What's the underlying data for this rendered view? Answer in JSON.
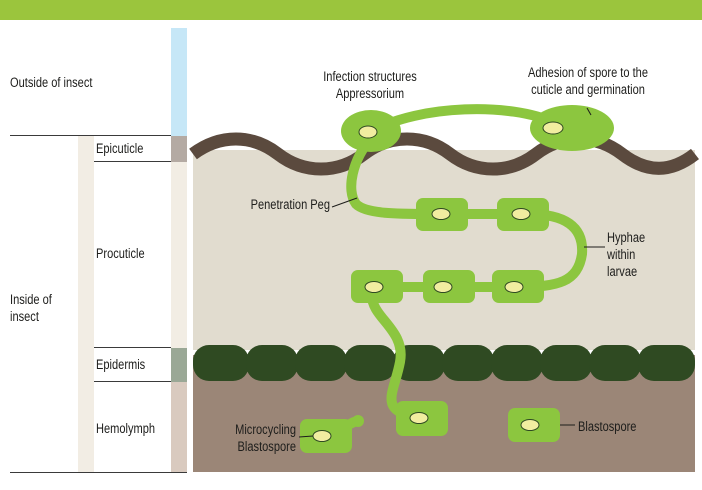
{
  "left_panel": {
    "outside_label": "Outside of insect",
    "inside_label": "Inside of\ninsect",
    "layers": [
      "Epicuticle",
      "Procuticle",
      "Epidermis",
      "Hemolymph"
    ]
  },
  "annotations": {
    "infection": "Infection structures\nAppressorium",
    "adhesion": "Adhesion of spore to the\ncuticle and germination",
    "penetration": "Penetration Peg",
    "hyphae": "Hyphae\nwithin\nlarvae",
    "microcycling": "Microcycling\nBlastospore",
    "blastospore": "Blastospore"
  },
  "colors": {
    "header_bar": "#9bc53d",
    "fungus": "#8cc63f",
    "fungus_nucleus": "#f1eda0",
    "cuticle": "#5b4a3e",
    "procuticle": "#e1dccf",
    "epidermis": "#2f4a22",
    "hemolymph": "#9b8677"
  }
}
